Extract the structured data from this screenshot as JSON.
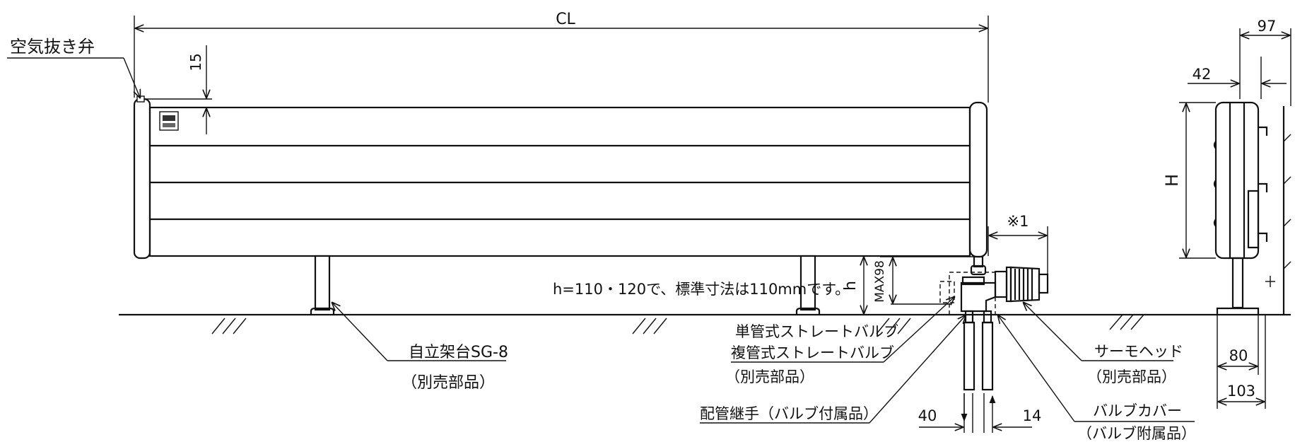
{
  "labels": {
    "cl": "CL",
    "air_vent": "空気抜き弁",
    "dim_15": "15",
    "note_h": "h=110・120で、標準寸法は110mmです。",
    "h": "h",
    "max98": "MAX98",
    "star1": "※1",
    "stand_name": "自立架台SG-8",
    "stand_note": "（別売部品）",
    "valve_single": "単管式ストレートバルブ",
    "valve_double": "複管式ストレートバルブ",
    "valve_note": "（別売部品）",
    "pipe_joint": "配管継手（バルブ付属品）",
    "dim_40": "40",
    "dim_14": "14",
    "thermo_head": "サーモヘッド",
    "thermo_note": "（別売部品）",
    "valve_cover": "バルブカバー",
    "valve_cover_note": "（バルブ附属品）",
    "dim_97": "97",
    "dim_42": "42",
    "dim_H": "H",
    "dim_80": "80",
    "dim_103": "103"
  }
}
